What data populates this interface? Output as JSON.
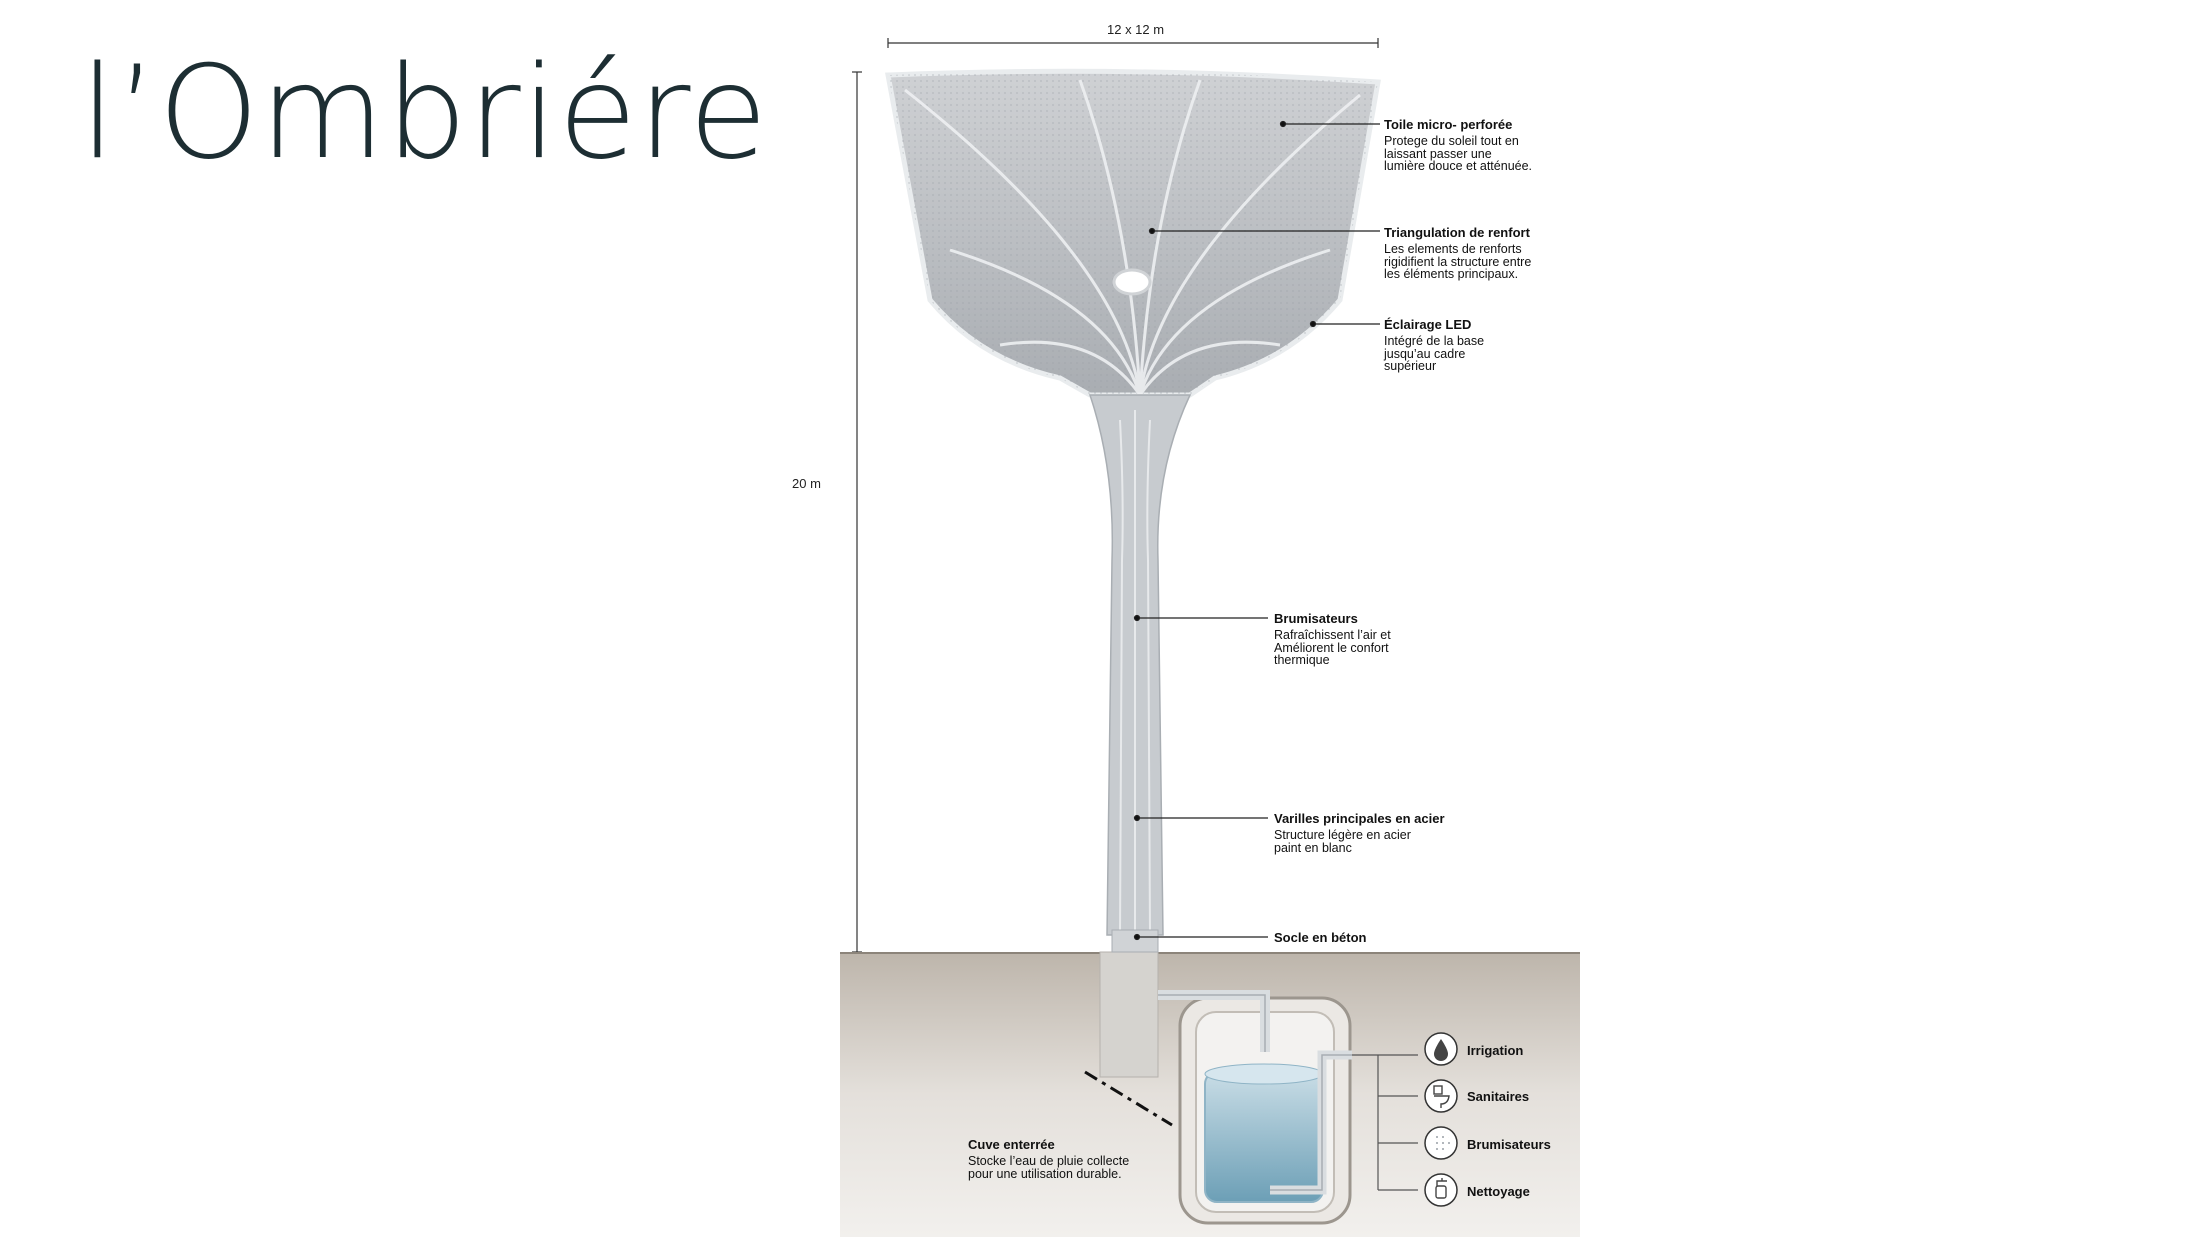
{
  "title": "l’Ombriére",
  "dimensions": {
    "width_label": "12 x 12 m",
    "height_label": "20 m"
  },
  "callouts": [
    {
      "title": "Toile micro- perforée",
      "desc": "Protege du soleil tout en\nlaissant passer une\nlumière douce et atténuée."
    },
    {
      "title": "Triangulation de renfort",
      "desc": "Les elements de renforts\nrigidifient la structure entre\nles éléments principaux."
    },
    {
      "title": "Éclairage LED",
      "desc": "Intégré de la base\njusqu’au cadre\nsupérieur"
    },
    {
      "title": "Brumisateurs",
      "desc": "Rafraîchissent l’air et\nAméliorent le confort\nthermique"
    },
    {
      "title": "Varilles principales en acier",
      "desc": "Structure légère en acier\npaint en blanc"
    },
    {
      "title": "Socle en béton",
      "desc": ""
    }
  ],
  "tank": {
    "title": "Cuve enterrée",
    "desc": "Stocke l’eau de pluie collecte\npour une utilisation durable."
  },
  "uses": [
    {
      "label": "Irrigation",
      "icon": "water-drop-icon"
    },
    {
      "label": "Sanitaires",
      "icon": "toilet-icon"
    },
    {
      "label": "Brumisateurs",
      "icon": "mist-icon"
    },
    {
      "label": "Nettoyage",
      "icon": "spray-bottle-icon"
    }
  ]
}
